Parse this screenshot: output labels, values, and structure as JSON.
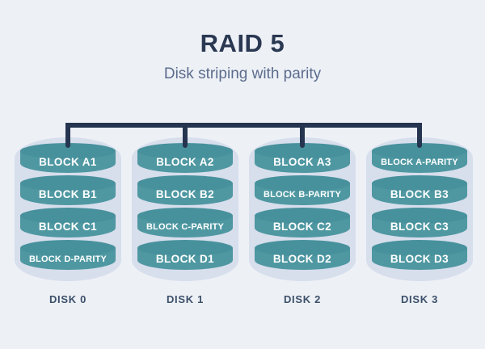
{
  "header": {
    "title": "RAID 5",
    "subtitle": "Disk striping with parity"
  },
  "colors": {
    "background": "#edf1f6",
    "title": "#2a3852",
    "subtitle": "#5c6c8c",
    "connector": "#253550",
    "disk_outline": "#d7deec",
    "cylinder_top": "#47919c",
    "cylinder_body": "#4f98a2",
    "block_text": "#ffffff",
    "disk_label": "#3c4f69"
  },
  "disks": [
    {
      "label": "DISK 0",
      "blocks": [
        "BLOCK A1",
        "BLOCK B1",
        "BLOCK C1",
        "BLOCK D-PARITY"
      ]
    },
    {
      "label": "DISK 1",
      "blocks": [
        "BLOCK A2",
        "BLOCK B2",
        "BLOCK C-PARITY",
        "BLOCK D1"
      ]
    },
    {
      "label": "DISK 2",
      "blocks": [
        "BLOCK A3",
        "BLOCK B-PARITY",
        "BLOCK C2",
        "BLOCK D2"
      ]
    },
    {
      "label": "DISK 3",
      "blocks": [
        "BLOCK A-PARITY",
        "BLOCK B3",
        "BLOCK C3",
        "BLOCK D3"
      ]
    }
  ]
}
